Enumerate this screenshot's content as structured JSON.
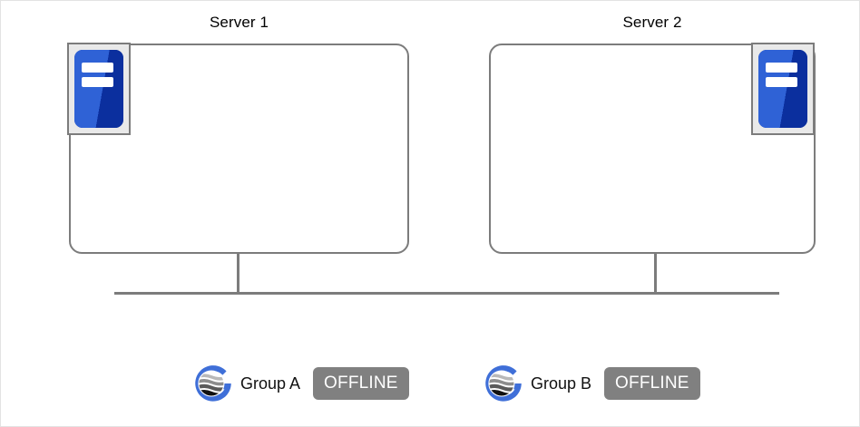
{
  "diagram": {
    "title_bar_color": "#7c7c7c",
    "servers": [
      {
        "title": "Server 1",
        "icon_name": "server-icon",
        "icon_position": "top-left",
        "icon_color": "#0b2f9e"
      },
      {
        "title": "Server 2",
        "icon_name": "server-icon",
        "icon_position": "top-right",
        "icon_color": "#0b2f9e"
      }
    ],
    "network": {
      "bus_name": "shared-bus-line",
      "connector_name": "server-bus-connector"
    },
    "groups": [
      {
        "logo_name": "group-globe-logo",
        "label": "Group A",
        "status": "OFFLINE",
        "status_color": "#808080",
        "logo_color": "#3f6fd8"
      },
      {
        "logo_name": "group-globe-logo",
        "label": "Group B",
        "status": "OFFLINE",
        "status_color": "#808080",
        "logo_color": "#3f6fd8"
      }
    ]
  }
}
